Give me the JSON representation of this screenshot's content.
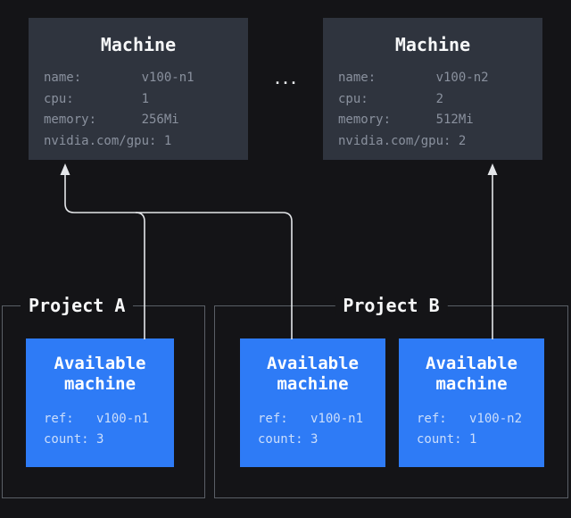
{
  "machines": [
    {
      "title": "Machine",
      "rows": [
        "name:        v100-n1",
        "cpu:         1",
        "memory:      256Mi",
        "nvidia.com/gpu: 1"
      ]
    },
    {
      "title": "Machine",
      "rows": [
        "name:        v100-n2",
        "cpu:         2",
        "memory:      512Mi",
        "nvidia.com/gpu: 2"
      ]
    }
  ],
  "ellipsis": "...",
  "projects": [
    {
      "label": "Project A",
      "available_machines": [
        {
          "title": "Available machine",
          "rows": [
            "ref:   v100-n1",
            "count: 3"
          ]
        }
      ]
    },
    {
      "label": "Project B",
      "available_machines": [
        {
          "title": "Available machine",
          "rows": [
            "ref:   v100-n1",
            "count: 3"
          ]
        },
        {
          "title": "Available machine",
          "rows": [
            "ref:   v100-n2",
            "count: 1"
          ]
        }
      ]
    }
  ],
  "colors": {
    "background": "#141417",
    "machine_box": "#2f343e",
    "machine_text": "#8a919e",
    "accent_blue": "#2e7bf6",
    "blue_box_text": "#ccdefb",
    "connector": "#e4e6e9",
    "project_border": "#5a5f66",
    "title_text": "#f7f8f9"
  }
}
